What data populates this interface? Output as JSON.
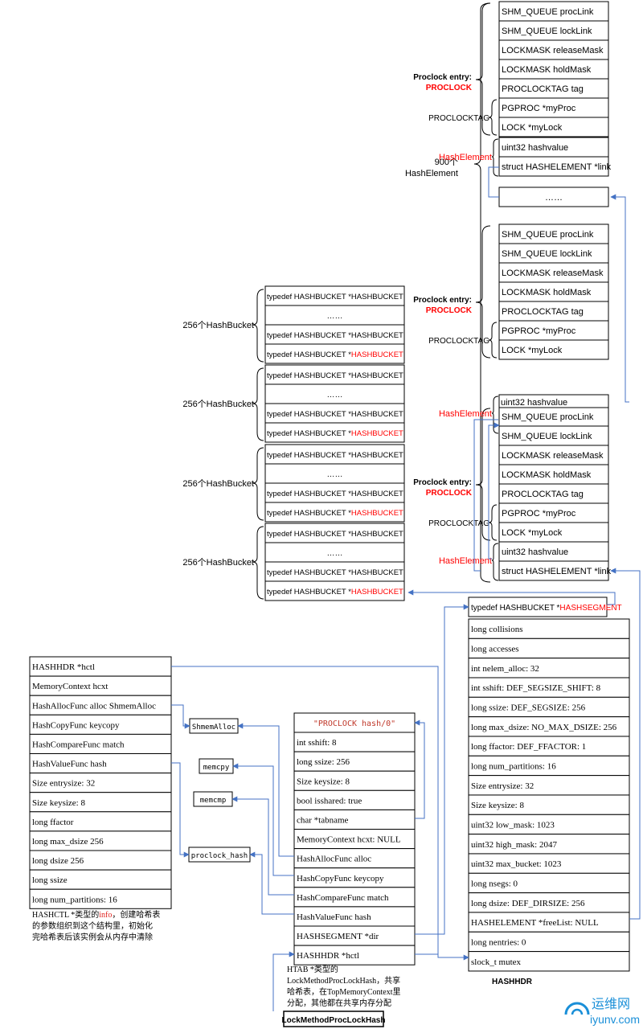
{
  "proclock_entry": {
    "fields": [
      "SHM_QUEUE procLink",
      "SHM_QUEUE lockLink",
      "LOCKMASK releaseMask",
      "LOCKMASK holdMask",
      "PROCLOCKTAG tag",
      "PGPROC *myProc",
      "LOCK *myLock"
    ],
    "label_line1": "Proclock entry:",
    "label_line2": "PROCLOCK",
    "tag_label": "PROCLOCKTAG"
  },
  "hash_element": {
    "fields": [
      "uint32 hashvalue",
      "struct HASHELEMENT *link"
    ],
    "label": "HashElement",
    "count_line1": "900个",
    "count_line2": "HashElement"
  },
  "ellipsis_box": "……",
  "bucket_group": {
    "label": "256个HashBucket",
    "row_prefix": "typedef HASHBUCKET *",
    "row_type": "HASHBUCKET",
    "row_type_red": "HASHBUCKET",
    "ellipsis": "……"
  },
  "segment_box": {
    "prefix": "typedef HASHBUCKET *",
    "type": "HASHSEGMENT"
  },
  "hashhdr": {
    "fields": [
      "long collisions",
      "long accesses",
      "int nelem_alloc: 32",
      "int sshift: DEF_SEGSIZE_SHIFT: 8",
      "long ssize: DEF_SEGSIZE: 256",
      "long max_dsize: NO_MAX_DSIZE: 256",
      "long ffactor: DEF_FFACTOR: 1",
      "long num_partitions: 16",
      "Size entrysize: 32",
      "Size keysize: 8",
      "uint32 low_mask: 1023",
      "uint32 high_mask: 2047",
      "uint32 max_bucket: 1023",
      "long nsegs: 0",
      "long dsize: DEF_DIRSIZE: 256",
      "HASHELEMENT *freeList: NULL",
      "long nentries: 0",
      "slock_t mutex"
    ],
    "label": "HASHHDR"
  },
  "hashctl": {
    "fields": [
      "HASHHDR    *hctl",
      "MemoryContext hcxt",
      "HashAllocFunc alloc ShmemAlloc",
      "HashCopyFunc keycopy",
      "HashCompareFunc match",
      "HashValueFunc hash",
      "Size entrysize: 32",
      "Size keysize: 8",
      "long ffactor",
      "long max_dsize 256",
      "long dsize 256",
      "long ssize",
      "long num_partitions: 16"
    ],
    "caption_prefix": "HASHCTL *类型的",
    "caption_info": "info",
    "caption_rest1": "，创建哈希表",
    "caption_line2": "的参数组织到这个结构里，初始化",
    "caption_line3": "完哈希表后该实例会从内存中清除"
  },
  "functions": {
    "shmemalloc": "ShmemAlloc",
    "memcpy": "memcpy",
    "memcmp": "memcmp",
    "proclock_hash": "proclock_hash"
  },
  "htab": {
    "title": "\"PROCLOCK hash/0\"",
    "fields": [
      "int sshift: 8",
      "long ssize: 256",
      "Size keysize: 8",
      "bool isshared: true",
      "char *tabname",
      "MemoryContext hcxt: NULL",
      "HashAllocFunc alloc",
      "HashCopyFunc keycopy",
      "HashCompareFunc match",
      "HashValueFunc hash",
      "HASHSEGMENT *dir",
      "HASHHDR *hctl"
    ],
    "caption_line1": "HTAB *类型的",
    "caption_line2": "LockMethodProcLockHash，共享",
    "caption_line3": "哈希表，在TopMemoryContext里",
    "caption_line4": "分配，其他都在共享内存分配",
    "var_name": "LockMethodProcLockHash"
  },
  "watermark": {
    "cn": "运维网",
    "url": "iyunv.com"
  },
  "colors": {
    "line": "#000000",
    "arrow": "#4472c4",
    "red": "#ff0000",
    "info_red": "#e0201c",
    "htab_title": "#c0392b",
    "watermark": "#1a8fd8"
  }
}
